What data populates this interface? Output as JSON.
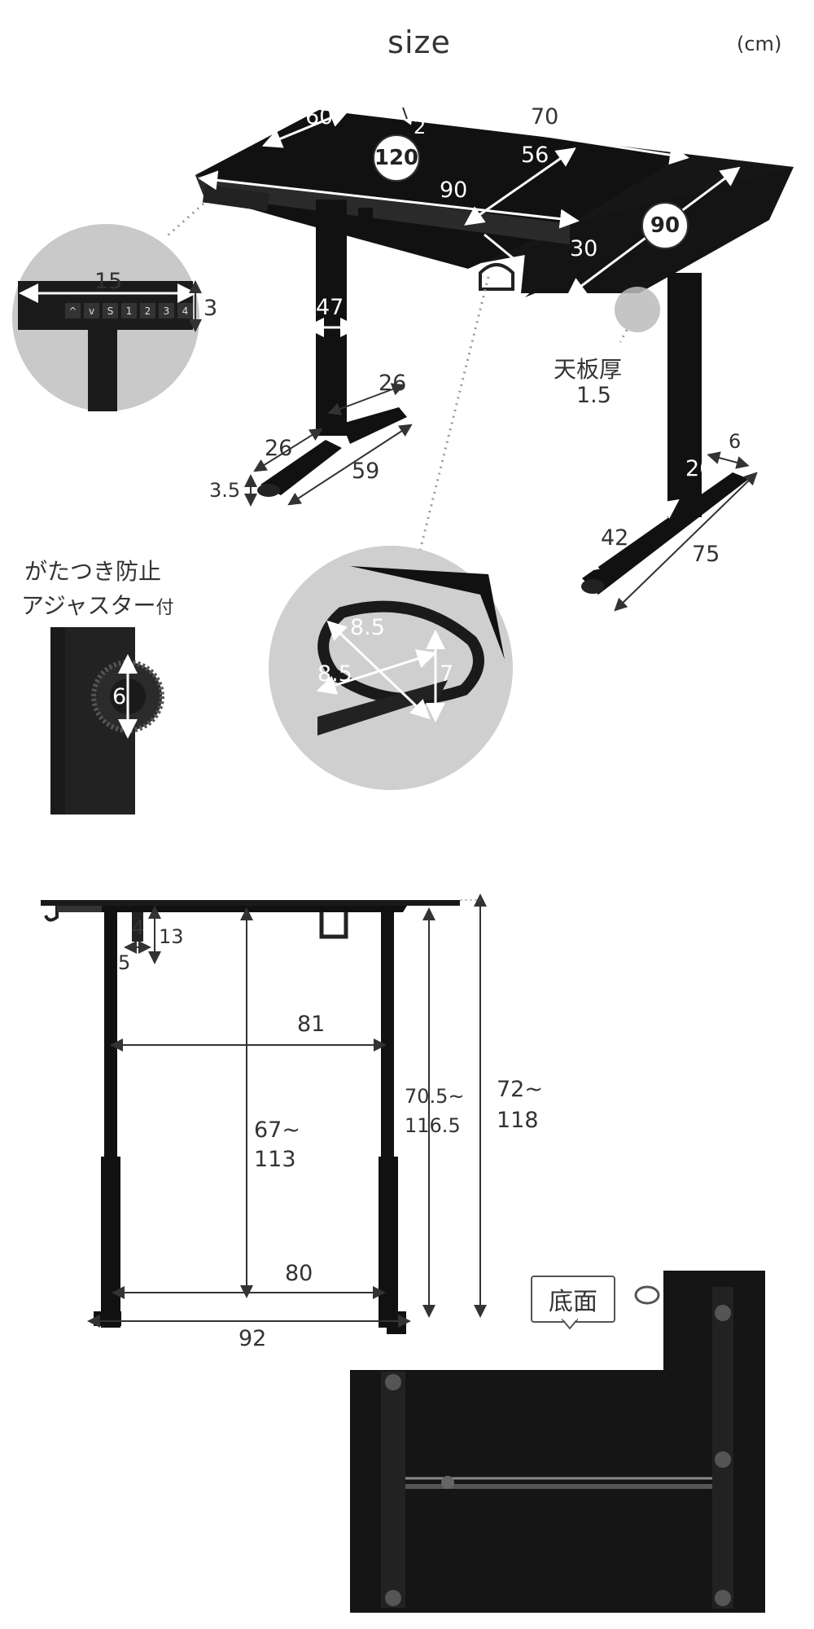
{
  "title": "size",
  "unit": "(cm)",
  "top_view": {
    "dims": {
      "depth_left": "60",
      "gap": "2",
      "width_top": "70",
      "width_total": "120",
      "inner_top": "56",
      "width_main": "90",
      "depth_right": "90",
      "ext_depth": "30",
      "leg_width": "47",
      "foot_width": "26",
      "foot_left_width": "26",
      "foot_height": "3.5",
      "foot_left_length": "59",
      "adjuster_top": "6",
      "foot_right_width": "26",
      "foot_right_inner": "42",
      "foot_right_length": "75"
    },
    "thickness_label": "天板厚",
    "thickness_value": "1.5"
  },
  "controller_zoom": {
    "width": "15",
    "height": "3",
    "buttons": [
      "^",
      "v",
      "S",
      "1",
      "2",
      "3",
      "4"
    ]
  },
  "adjuster": {
    "title_line1": "がたつき防止",
    "title_line2": "アジャスター",
    "title_suffix": "付",
    "size": "6"
  },
  "cup_holder": {
    "diameter_a": "8.5",
    "diameter_b": "8.5",
    "height": "7"
  },
  "side_view": {
    "hook_w": "4",
    "hook_d": "5",
    "hook_h": "13",
    "inner_width": "81",
    "inner_height_line1": "67~",
    "inner_height_line2": "113",
    "leg_height_line1": "70.5~",
    "leg_height_line2": "116.5",
    "total_height_line1": "72~",
    "total_height_line2": "118",
    "foot_inner": "80",
    "foot_total": "92"
  },
  "bottom_view": {
    "tag": "底面"
  }
}
